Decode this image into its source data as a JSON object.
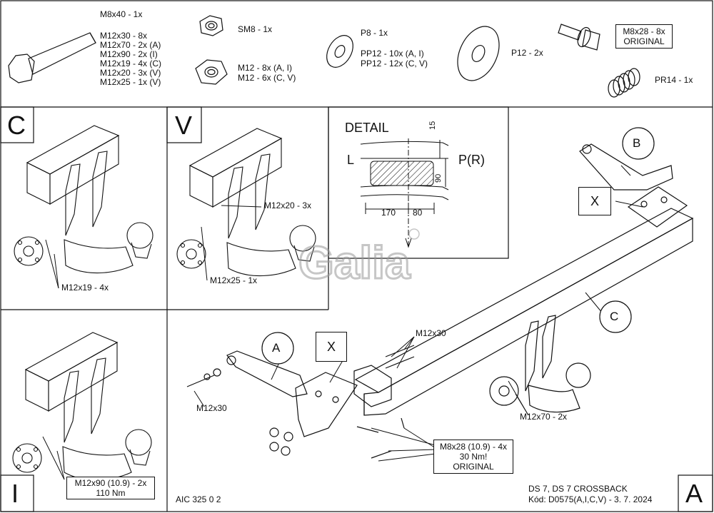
{
  "parts": {
    "bolt_label": "M8x40 - 1x",
    "bolt_list": [
      "M12x30 - 8x",
      "M12x70 - 2x (A)",
      "M12x90 - 2x (I)",
      "M12x19 - 4x (C)",
      "M12x20 - 3x (V)",
      "M12x25 - 1x (V)"
    ],
    "sm8": "SM8 - 1x",
    "m12_nuts": [
      "M12 - 8x (A, I)",
      "M12 - 6x (C, V)"
    ],
    "p8": "P8 - 1x",
    "pp12": [
      "PP12 - 10x (A, I)",
      "PP12 - 12x (C, V)"
    ],
    "p12": "P12 - 2x",
    "original_bolt": [
      "M8x28 - 8x",
      "ORIGINAL"
    ],
    "pr14": "PR14 - 1x"
  },
  "panels": {
    "c": {
      "letter": "C",
      "callout": "M12x19 - 4x"
    },
    "v": {
      "letter": "V",
      "callout_top": "M12x20 - 3x",
      "callout_bottom": "M12x25 - 1x"
    },
    "i": {
      "letter": "I",
      "callout": [
        "M12x90 (10.9) - 2x",
        "110 Nm"
      ]
    },
    "a": {
      "letter": "A"
    }
  },
  "detail": {
    "title": "DETAIL",
    "left": "L",
    "right": "P(R)",
    "dim_15": "15",
    "dim_90": "90",
    "dim_170": "170",
    "dim_80": "80"
  },
  "main": {
    "label_a": "A",
    "label_b": "B",
    "label_c": "C",
    "label_x": "X",
    "m12x30_top": "M12x30",
    "m12x30_left": "M12x30",
    "m12x70": "M12x70 - 2x",
    "m8x28": [
      "M8x28 (10.9) - 4x",
      "30 Nm!",
      "ORIGINAL"
    ]
  },
  "footer": {
    "code": "AIC 325 0 2",
    "car": "DS 7, DS 7 CROSSBACK",
    "kod": "Kód: D0575(A,I,C,V) - 3. 7. 2024"
  },
  "watermark": "Galia",
  "colors": {
    "line": "#111111",
    "watermark": "#c8c8c8"
  }
}
